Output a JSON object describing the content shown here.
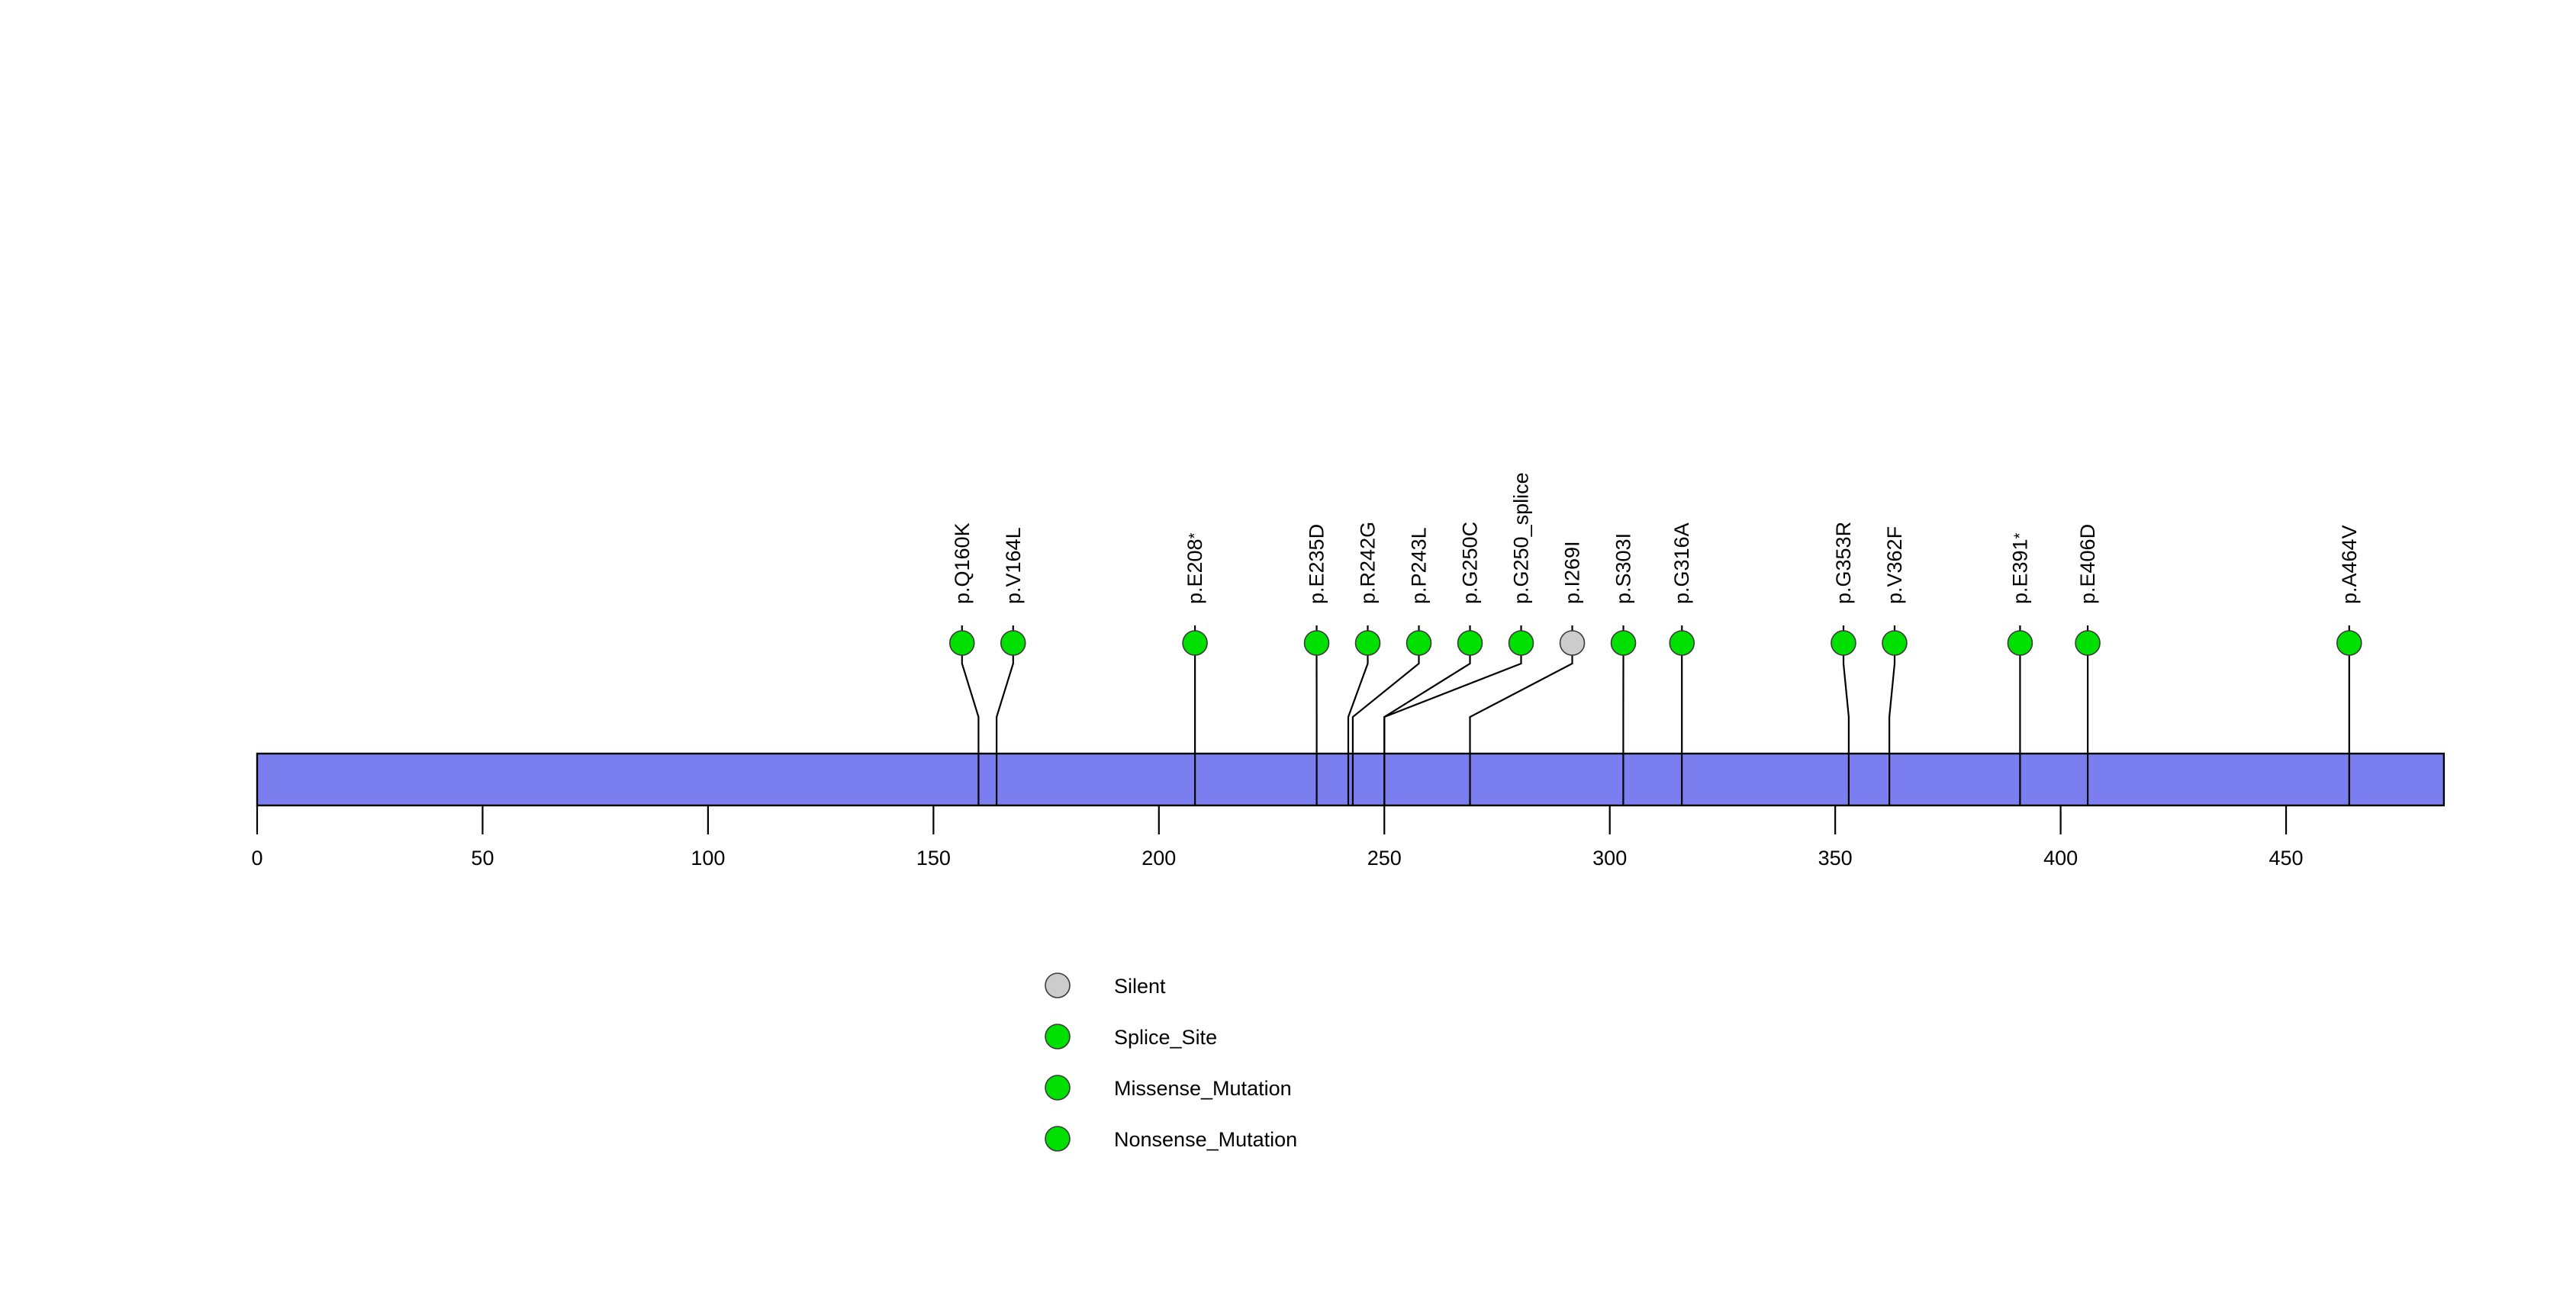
{
  "figure": {
    "type": "lollipop-mutation-diagram",
    "background_color": "#ffffff"
  },
  "chart_data": {
    "type": "scatter",
    "title": "",
    "subtitle": "",
    "xlabel": "",
    "ylabel": "",
    "xlim": [
      0,
      485
    ],
    "grid": false,
    "legend_position": "bottom-center",
    "protein_track": {
      "name": "protein-backbone",
      "start": 0,
      "end": 485,
      "color": "#7b7eef",
      "border_color": "#000000"
    },
    "x_axis": {
      "ticks": [
        0,
        50,
        100,
        150,
        200,
        250,
        300,
        350,
        400,
        450
      ],
      "tick_labels": [
        "0",
        "50",
        "100",
        "150",
        "200",
        "250",
        "300",
        "350",
        "400",
        "450"
      ]
    },
    "categories": [
      "p.Q160K",
      "p.V164L",
      "p.E208*",
      "p.E235D",
      "p.R242G",
      "p.P243L",
      "p.G250C",
      "p.G250_splice",
      "p.I269I",
      "p.S303I",
      "p.G316A",
      "p.G353R",
      "p.V362F",
      "p.E391*",
      "p.E406D",
      "p.A464V"
    ],
    "values": [
      1,
      1,
      1,
      1,
      1,
      1,
      1,
      1,
      1,
      1,
      1,
      1,
      1,
      1,
      1,
      1
    ],
    "mutations": [
      {
        "label": "p.Q160K",
        "position": 160,
        "count": 1,
        "class": "Missense_Mutation",
        "color": "#00e000"
      },
      {
        "label": "p.V164L",
        "position": 164,
        "count": 1,
        "class": "Missense_Mutation",
        "color": "#00e000"
      },
      {
        "label": "p.E208*",
        "position": 208,
        "count": 1,
        "class": "Nonsense_Mutation",
        "color": "#00e000"
      },
      {
        "label": "p.E235D",
        "position": 235,
        "count": 1,
        "class": "Missense_Mutation",
        "color": "#00e000"
      },
      {
        "label": "p.R242G",
        "position": 242,
        "count": 1,
        "class": "Missense_Mutation",
        "color": "#00e000"
      },
      {
        "label": "p.P243L",
        "position": 243,
        "count": 1,
        "class": "Missense_Mutation",
        "color": "#00e000"
      },
      {
        "label": "p.G250C",
        "position": 250,
        "count": 1,
        "class": "Missense_Mutation",
        "color": "#00e000"
      },
      {
        "label": "p.G250_splice",
        "position": 250,
        "count": 1,
        "class": "Splice_Site",
        "color": "#00e000"
      },
      {
        "label": "p.I269I",
        "position": 269,
        "count": 1,
        "class": "Silent",
        "color": "#cccccc"
      },
      {
        "label": "p.S303I",
        "position": 303,
        "count": 1,
        "class": "Missense_Mutation",
        "color": "#00e000"
      },
      {
        "label": "p.G316A",
        "position": 316,
        "count": 1,
        "class": "Missense_Mutation",
        "color": "#00e000"
      },
      {
        "label": "p.G353R",
        "position": 353,
        "count": 1,
        "class": "Missense_Mutation",
        "color": "#00e000"
      },
      {
        "label": "p.V362F",
        "position": 362,
        "count": 1,
        "class": "Missense_Mutation",
        "color": "#00e000"
      },
      {
        "label": "p.E391*",
        "position": 391,
        "count": 1,
        "class": "Nonsense_Mutation",
        "color": "#00e000"
      },
      {
        "label": "p.E406D",
        "position": 406,
        "count": 1,
        "class": "Missense_Mutation",
        "color": "#00e000"
      },
      {
        "label": "p.A464V",
        "position": 464,
        "count": 1,
        "class": "Missense_Mutation",
        "color": "#00e000"
      }
    ],
    "legend": [
      {
        "label": "Silent",
        "color": "#cccccc"
      },
      {
        "label": "Splice_Site",
        "color": "#00e000"
      },
      {
        "label": "Missense_Mutation",
        "color": "#00e000"
      },
      {
        "label": "Nonsense_Mutation",
        "color": "#00e000"
      }
    ]
  }
}
